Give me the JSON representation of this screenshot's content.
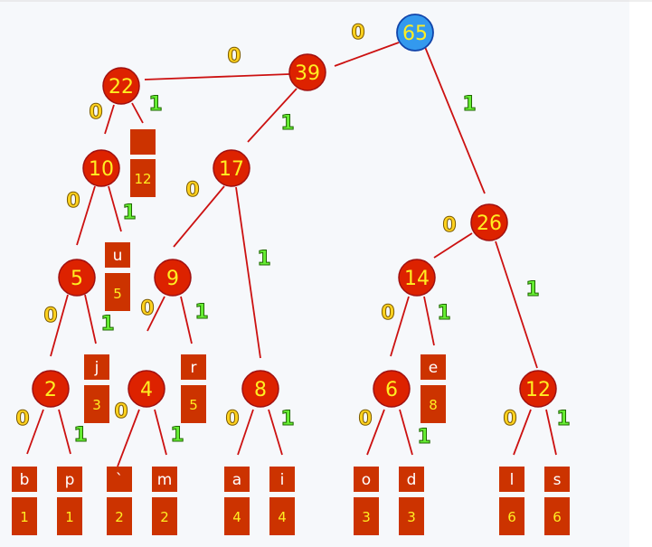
{
  "tree": {
    "nodes": {
      "n65": "65",
      "n39": "39",
      "n22": "22",
      "n17": "17",
      "n10": "10",
      "n5": "5",
      "n9": "9",
      "n2": "2",
      "n4": "4",
      "n8": "8",
      "n26": "26",
      "n14": "14",
      "n6": "6",
      "n12": "12"
    },
    "leaves": {
      "space": {
        "char": "",
        "count": "12"
      },
      "u": {
        "char": "u",
        "count": "5"
      },
      "j": {
        "char": "j",
        "count": "3"
      },
      "r": {
        "char": "r",
        "count": "5"
      },
      "e": {
        "char": "e",
        "count": "8"
      },
      "b": {
        "char": "b",
        "count": "1"
      },
      "p": {
        "char": "p",
        "count": "1"
      },
      "backtick": {
        "char": "`",
        "count": "2"
      },
      "m": {
        "char": "m",
        "count": "2"
      },
      "a": {
        "char": "a",
        "count": "4"
      },
      "i": {
        "char": "i",
        "count": "4"
      },
      "o": {
        "char": "o",
        "count": "3"
      },
      "d": {
        "char": "d",
        "count": "3"
      },
      "l": {
        "char": "l",
        "count": "6"
      },
      "s": {
        "char": "s",
        "count": "6"
      }
    },
    "bits": {
      "zero": "0",
      "one": "1"
    }
  },
  "colors": {
    "edge": "#cc1111",
    "node_fill": "#dd2200",
    "root_fill": "#3399ee",
    "node_text": "#ffee22",
    "bit_zero": "#ffd21f",
    "bit_one": "#66ee33",
    "leaf_fill": "#cc3300"
  }
}
